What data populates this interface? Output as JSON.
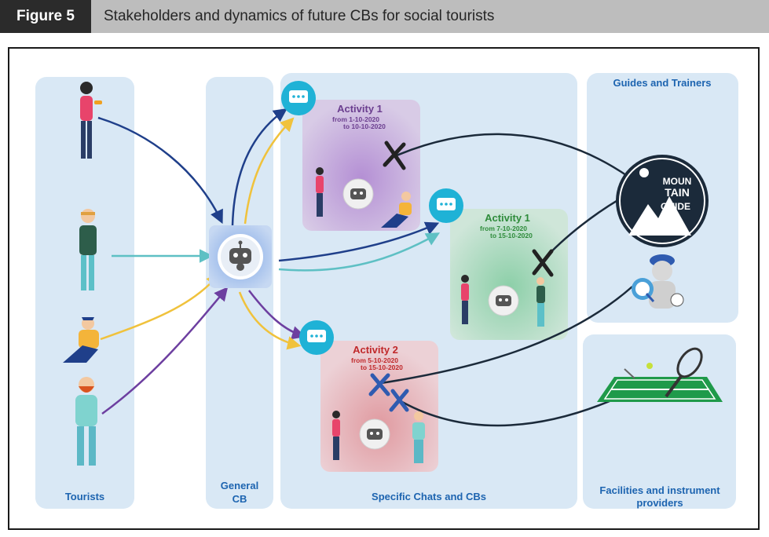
{
  "figure": {
    "label": "Figure 5",
    "title": "Stakeholders and dynamics of future CBs for social tourists"
  },
  "panels": {
    "tourists": "Tourists",
    "general_cb_line1": "General",
    "general_cb_line2": "CB",
    "specific": "Specific Chats and CBs",
    "guides": "Guides and Trainers",
    "facilities_line1": "Facilities and instrument",
    "facilities_line2": "providers"
  },
  "activities": [
    {
      "title": "Activity 1",
      "from": "from  1-10-2020",
      "to": "to 10-10-2020",
      "color": "#6b3e8f"
    },
    {
      "title": "Activity 1",
      "from": "from  7-10-2020",
      "to": "to 15-10-2020",
      "color": "#2e8b3a"
    },
    {
      "title": "Activity 2",
      "from": "from  5-10-2020",
      "to": "to 15-10-2020",
      "color": "#c0282a"
    }
  ],
  "guide_logo": {
    "line1": "MOUN",
    "line2": "TAIN",
    "line3": "GUIDE"
  },
  "colors": {
    "panel": "#d9e8f5",
    "arrow_navy": "#1f3f8a",
    "arrow_teal": "#5ec0c4",
    "arrow_yellow": "#f0c23c",
    "arrow_purple": "#6d3fa0",
    "chat_icon": "#1fb2d6",
    "connector": "#1b2a3a"
  }
}
